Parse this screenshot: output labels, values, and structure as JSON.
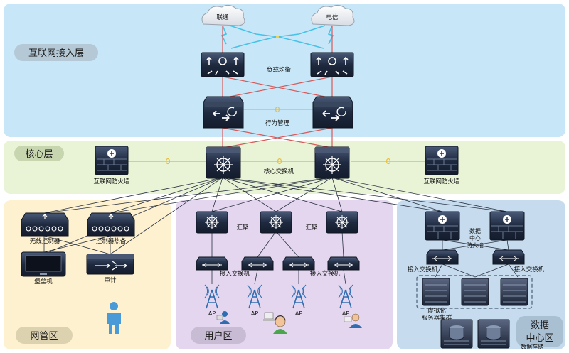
{
  "zones": {
    "internet_access": "互联网接入层",
    "core": "核心层",
    "nms": "网管区",
    "user": "用户区",
    "datacenter_line1": "数据",
    "datacenter_line2": "中心区"
  },
  "isp": {
    "left": "联通",
    "right": "电信"
  },
  "labels": {
    "load_balance": "负载均衡",
    "behavior_mgmt": "行为管理",
    "core_switch": "核心交换机",
    "firewall_left": "互联网防火墙",
    "firewall_right": "互联网防火墙",
    "wireless_controller": "无线控制器",
    "controller_backup": "控制器热备",
    "bastion": "堡垒机",
    "audit": "审计",
    "aggregation_1": "汇聚",
    "aggregation_2": "汇聚",
    "access_switch_1": "接入交换机",
    "access_switch_2": "接入交换机",
    "ap": "AP",
    "dc_firewall_line1": "数据",
    "dc_firewall_line2": "中心",
    "dc_firewall_line3": "防火墙",
    "dc_access_switch_1": "接入交换机",
    "dc_access_switch_2": "接入交换机",
    "virtual_line1": "虚拟化",
    "virtual_line2": "服务器集群",
    "storage": "数据存储"
  },
  "colors": {
    "internet_zone": "#c7e6f7",
    "core_zone": "#e9f3d6",
    "nms_zone": "#fdf1cf",
    "user_zone": "#e3d6ee",
    "dc_zone": "#c6dcee",
    "device_dark": "#22304a",
    "wan_link": "#d65a5a",
    "ha_link": "#e8c040"
  }
}
